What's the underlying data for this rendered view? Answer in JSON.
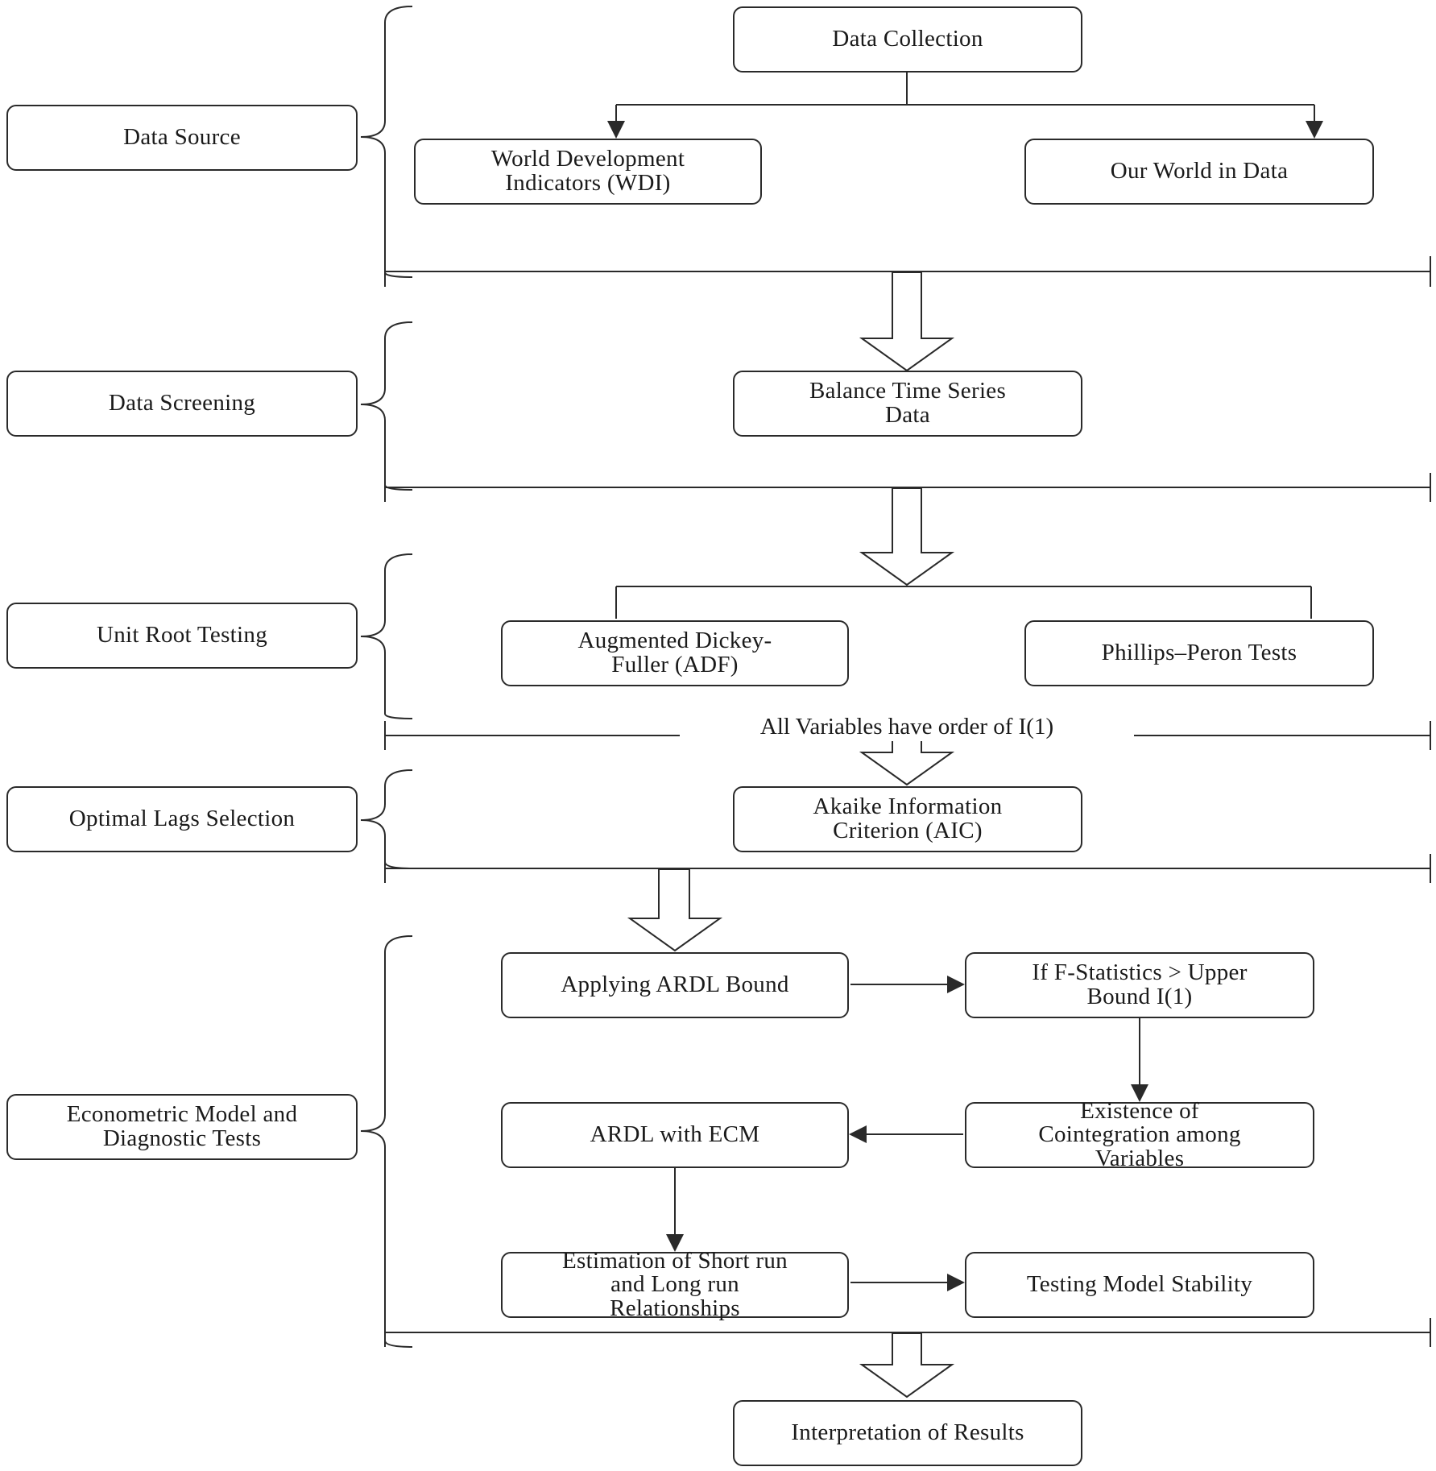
{
  "stages": {
    "data_source": "Data Source",
    "data_screening": "Data Screening",
    "unit_root_testing": "Unit Root Testing",
    "optimal_lags": "Optimal Lags Selection",
    "econometric": "Econometric Model and\nDiagnostic Tests"
  },
  "steps": {
    "data_collection": "Data Collection",
    "wdi": "World Development\nIndicators (WDI)",
    "owid": "Our World in Data",
    "balance": "Balance Time Series\nData",
    "adf": "Augmented Dickey-\nFuller (ADF)",
    "pp": "Phillips–Peron Tests",
    "aic": "Akaike Information\nCriterion (AIC)",
    "ardl_bound": "Applying ARDL Bound",
    "f_stat": "If F-Statistics > Upper\nBound I(1)",
    "coint": "Existence of\nCointegration among\nVariables",
    "ardl_ecm": "ARDL with ECM",
    "estimation": "Estimation of Short run\nand Long run\nRelationships",
    "stability": "Testing Model Stability",
    "interpretation": "Interpretation of Results"
  },
  "notes": {
    "order_note": "All Variables have order of I(1)"
  },
  "colors": {
    "stroke": "#2a2a2a",
    "text": "#1a1a1a",
    "background": "#ffffff"
  }
}
